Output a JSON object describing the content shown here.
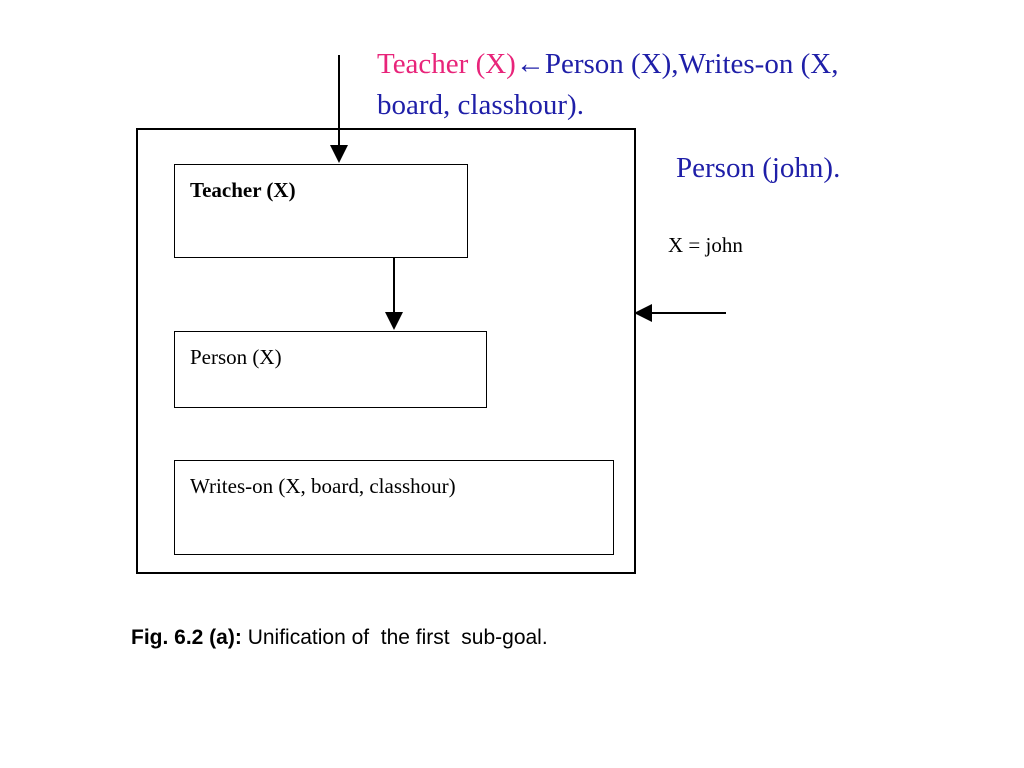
{
  "rule": {
    "head": "Teacher (X)",
    "body_line1": "←Person (X),Writes-on (X,",
    "body_line2": "board, classhour)."
  },
  "fact": "Person (john).",
  "binding": "X = john",
  "nodes": {
    "teacher": "Teacher (X)",
    "person": "Person (X)",
    "writes_on": "Writes-on (X, board, classhour)"
  },
  "caption": {
    "label": "Fig. 6.2 (a):",
    "text": " Unification of  the first  sub-goal."
  }
}
